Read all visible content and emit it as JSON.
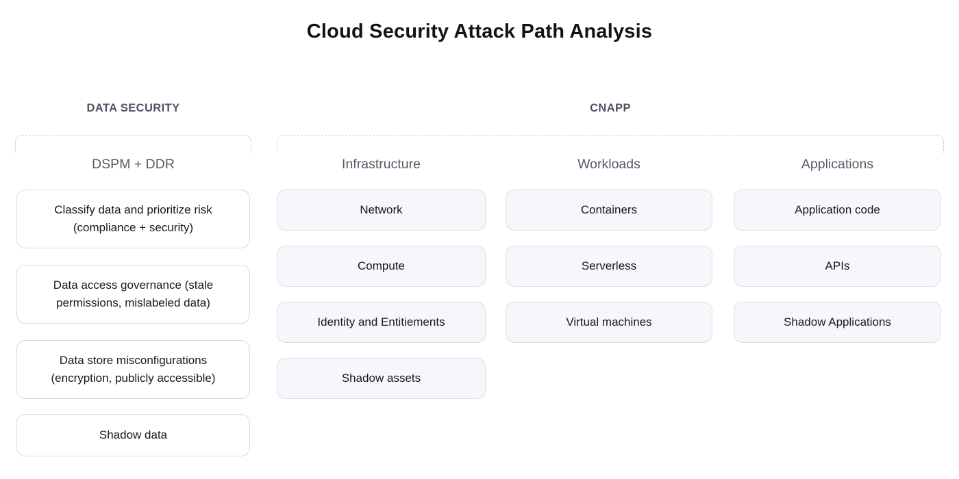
{
  "title": "Cloud Security Attack Path Analysis",
  "colors": {
    "title_text": "#10131a",
    "section_header_text": "#4d5360",
    "column_label_text": "#555b68",
    "node_text": "#16181f",
    "node_border": "#d8dbe8",
    "node_bg_white": "#ffffff",
    "node_bg_tinted": "#f6f7fb",
    "dashed_outline": "#c5c9d4",
    "background": "#ffffff"
  },
  "data_security": {
    "header": "DATA SECURITY",
    "subheader": "DSPM + DDR",
    "items": [
      "Classify data and prioritize risk (compliance + security)",
      "Data access governance (stale permissions, mislabeled data)",
      "Data store misconfigurations (encryption, publicly accessible)",
      "Shadow data"
    ]
  },
  "cnapp": {
    "header": "CNAPP",
    "columns": [
      {
        "label": "Infrastructure",
        "items": [
          "Network",
          "Compute",
          "Identity and Entitiements",
          "Shadow assets"
        ]
      },
      {
        "label": "Workloads",
        "items": [
          "Containers",
          "Serverless",
          "Virtual machines"
        ]
      },
      {
        "label": "Applications",
        "items": [
          "Application code",
          "APIs",
          "Shadow Applications"
        ]
      }
    ]
  }
}
